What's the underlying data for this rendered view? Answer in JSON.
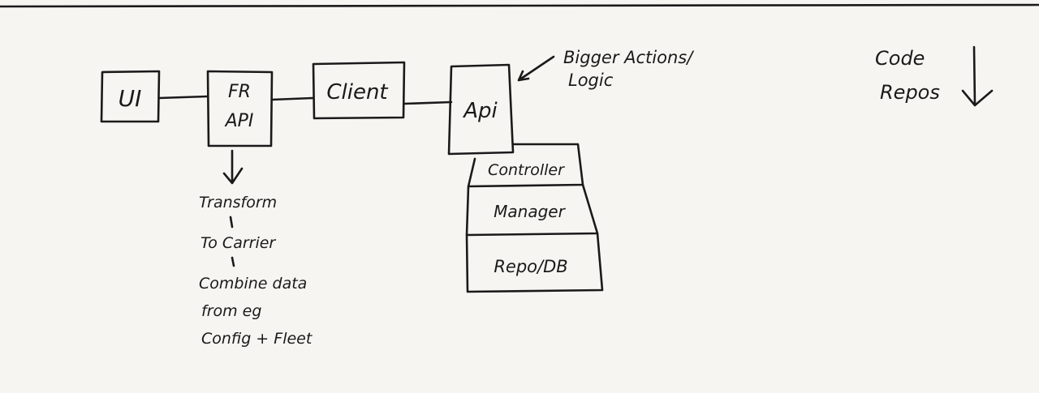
{
  "boxes": {
    "ui": "UI",
    "fr_api_line1": "FR",
    "fr_api_line2": "API",
    "client": "Client",
    "api": "Api"
  },
  "api_note": {
    "line1": "Bigger Actions/",
    "line2": "Logic"
  },
  "code_repos": {
    "line1": "Code",
    "line2": "Repos"
  },
  "layers": [
    "Controller",
    "Manager",
    "Repo/DB"
  ],
  "fr_api_steps": [
    "Transform",
    "To Carrier",
    "Combine data",
    "from eg",
    "Config + Fleet"
  ],
  "colors": {
    "paper": "#f6f5f1",
    "ink": "#1a1a1a"
  }
}
